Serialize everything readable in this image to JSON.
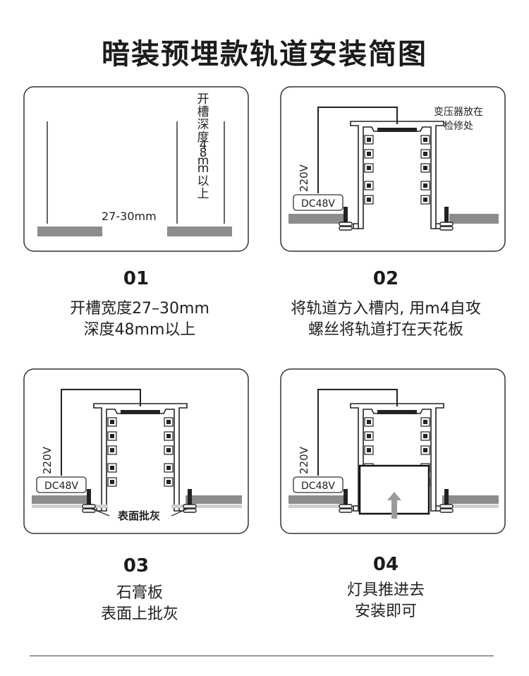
{
  "title": "暗装预埋款轨道安装简图",
  "steps": [
    {
      "number": "01",
      "desc_line1": "开槽宽度27–30mm",
      "desc_line2": "深度48mm以上",
      "width_label": "27-30mm",
      "depth_label": "开槽深度48mm以上"
    },
    {
      "number": "02",
      "desc_line1": "将轨道方入槽内, 用m4自攻",
      "desc_line2": "螺丝将轨道打在天花板",
      "note": "变压器放在\n检修处",
      "voltage_in": "220V",
      "dc_label": "DC48V"
    },
    {
      "number": "03",
      "desc_line1": "石膏板",
      "desc_line2": "表面上批灰",
      "voltage_in": "220V",
      "dc_label": "DC48V",
      "surface_label": "表面批灰"
    },
    {
      "number": "04",
      "desc_line1": "灯具推进去",
      "desc_line2": "安装即可",
      "voltage_in": "220V",
      "dc_label": "DC48V"
    }
  ],
  "colors": {
    "ceiling": "#8c8c8c",
    "putty": "#cfcfcf",
    "frame": "#333333",
    "arrow": "#9a9a9a"
  }
}
